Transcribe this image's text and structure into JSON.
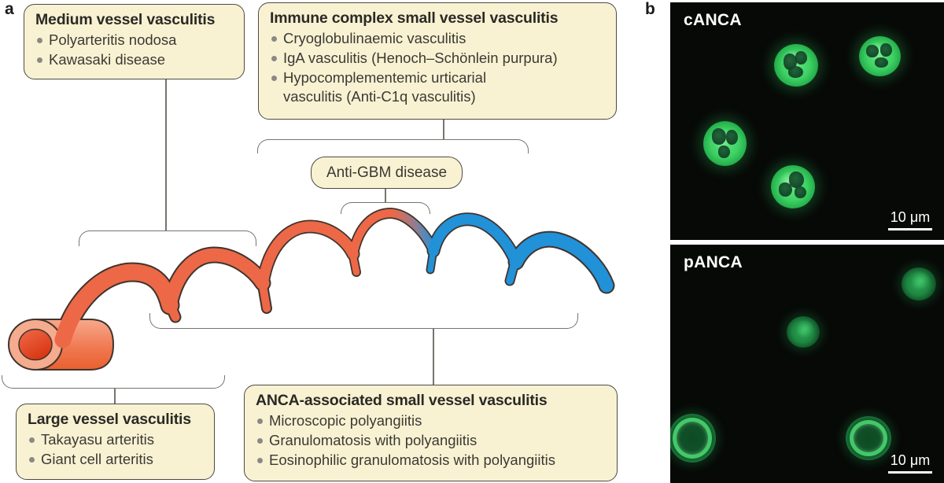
{
  "figure": {
    "panel_a": {
      "label": "a",
      "medium_box": {
        "title": "Medium vessel vasculitis",
        "items": [
          "Polyarteritis nodosa",
          "Kawasaki disease"
        ]
      },
      "immune_box": {
        "title": "Immune complex small vessel vasculitis",
        "items": [
          "Cryoglobulinaemic vasculitis",
          "IgA vasculitis (Henoch–Schönlein purpura)",
          "Hypocomplementemic urticarial vasculitis (Anti-C1q vasculitis)"
        ]
      },
      "anti_gbm_box": {
        "title": "Anti-GBM disease"
      },
      "large_box": {
        "title": "Large vessel vasculitis",
        "items": [
          "Takayasu arteritis",
          "Giant cell arteritis"
        ]
      },
      "anca_box": {
        "title": "ANCA-associated small vessel vasculitis",
        "items": [
          "Microscopic polyangiitis",
          "Granulomatosis with polyangiitis",
          "Eosinophilic granulomatosis with polyangiitis"
        ]
      },
      "colors": {
        "box_fill": "#f9f2d2",
        "box_border": "#4c4a44",
        "large_medium_vessel_red": "#ed6847",
        "small_vessel_blue": "#2191d8",
        "connector_gray": "#76746e"
      }
    },
    "panel_b": {
      "label": "b",
      "micrographs": [
        {
          "label": "cANCA",
          "scale_label": "10 μm"
        },
        {
          "label": "pANCA",
          "scale_label": "10 μm"
        }
      ],
      "colors": {
        "background": "#070907",
        "fluorescence_green": "#3ed163"
      }
    }
  }
}
